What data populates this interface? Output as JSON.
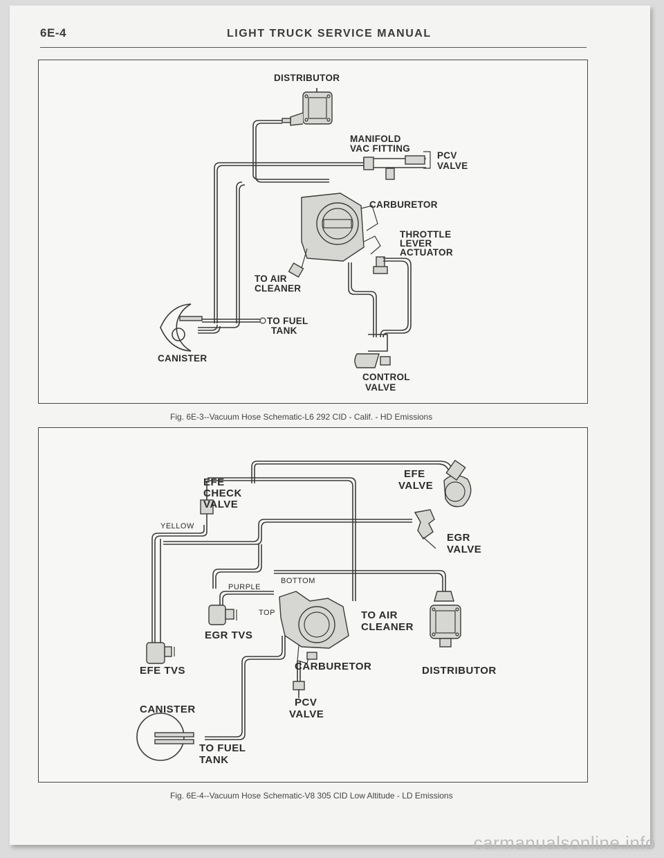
{
  "header": {
    "page_number": "6E-4",
    "title": "LIGHT TRUCK SERVICE MANUAL"
  },
  "figure1": {
    "labels": {
      "distributor": "DISTRIBUTOR",
      "manifold_line1": "MANIFOLD",
      "manifold_line2": "VAC FITTING",
      "pcv_line1": "PCV",
      "pcv_line2": "VALVE",
      "carburetor": "CARBURETOR",
      "throttle_line1": "THROTTLE",
      "throttle_line2": "LEVER",
      "throttle_line3": "ACTUATOR",
      "air_line1": "TO AIR",
      "air_line2": "CLEANER",
      "fuel_line1": "TO FUEL",
      "fuel_line2": "TANK",
      "canister": "CANISTER",
      "control_line1": "CONTROL",
      "control_line2": "VALVE"
    },
    "caption": "Fig. 6E-3--Vacuum Hose Schematic-L6 292 CID - Calif. - HD Emissions"
  },
  "figure2": {
    "labels": {
      "efe_valve_line1": "EFE",
      "efe_valve_line2": "VALVE",
      "efe_check_line1": "EFE",
      "efe_check_line2": "CHECK",
      "efe_check_line3": "VALVE",
      "yellow": "YELLOW",
      "egr_valve_line1": "EGR",
      "egr_valve_line2": "VALVE",
      "purple": "PURPLE",
      "bottom": "BOTTOM",
      "top": "TOP",
      "egr_tvs": "EGR TVS",
      "air_line1": "TO AIR",
      "air_line2": "CLEANER",
      "efe_tvs": "EFE TVS",
      "carburetor": "CARBURETOR",
      "distributor": "DISTRIBUTOR",
      "canister": "CANISTER",
      "pcv_line1": "PCV",
      "pcv_line2": "VALVE",
      "fuel_line1": "TO FUEL",
      "fuel_line2": "TANK"
    },
    "caption": "Fig. 6E-4--Vacuum Hose Schematic-V8 305 CID Low Altitude - LD Emissions"
  },
  "watermark": "carmanualsonline.info"
}
